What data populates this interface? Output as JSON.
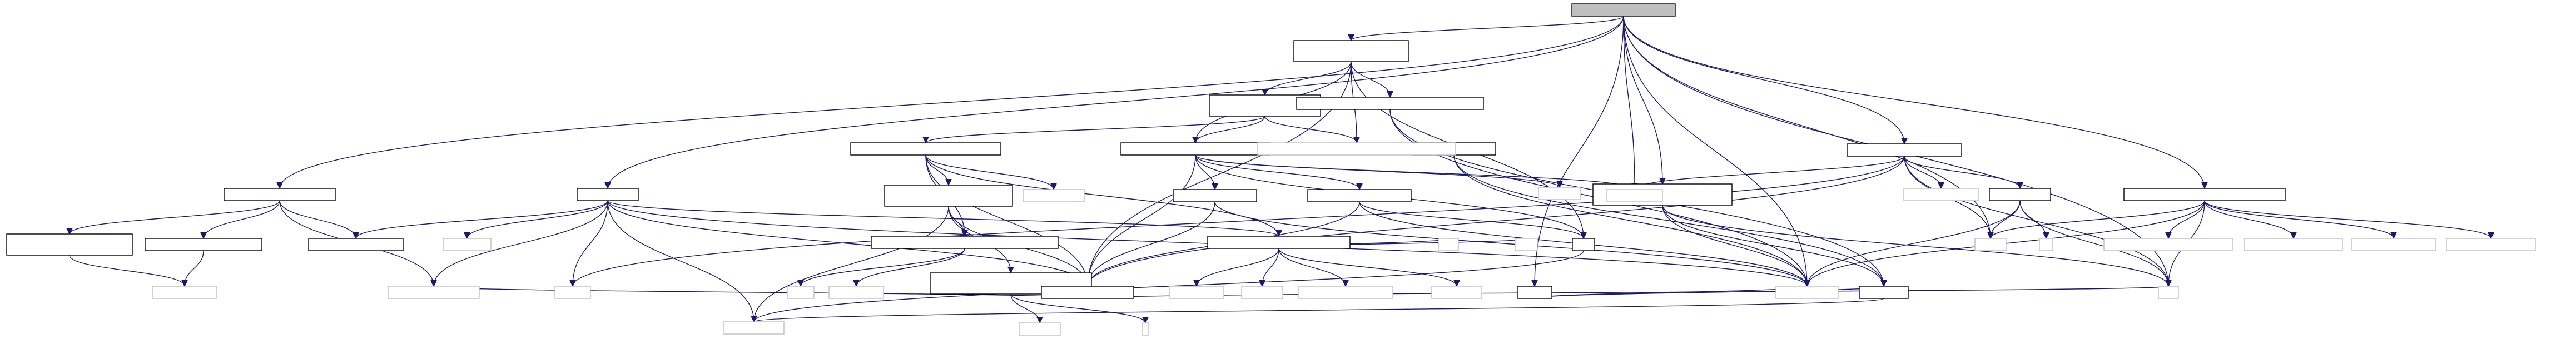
{
  "graph": {
    "note": "",
    "colors": {
      "edge": "#191970",
      "documented_border": "#000000",
      "external_border": "#bfbfbf",
      "root_fill": "#bfbfbf"
    },
    "nodes": [
      {
        "id": "n0",
        "label": "",
        "kind": "root"
      },
      {
        "id": "n1",
        "label": "",
        "kind": "doc"
      },
      {
        "id": "n2",
        "label": "",
        "kind": "doc"
      },
      {
        "id": "n3",
        "label": "",
        "kind": "doc"
      },
      {
        "id": "n4",
        "label": "",
        "kind": "doc"
      },
      {
        "id": "n5",
        "label": "",
        "kind": "doc"
      },
      {
        "id": "n6",
        "label": "",
        "kind": "doc"
      },
      {
        "id": "n7",
        "label": "",
        "kind": "doc"
      },
      {
        "id": "n8",
        "label": "",
        "kind": "doc"
      },
      {
        "id": "n9",
        "label": "",
        "kind": "doc"
      },
      {
        "id": "n10",
        "label": "",
        "kind": "doc"
      },
      {
        "id": "n11",
        "label": "",
        "kind": "doc"
      },
      {
        "id": "n12",
        "label": "",
        "kind": "doc"
      },
      {
        "id": "n13",
        "label": "",
        "kind": "doc"
      },
      {
        "id": "n14",
        "label": "",
        "kind": "doc"
      },
      {
        "id": "n15",
        "label": "",
        "kind": "doc"
      },
      {
        "id": "n16",
        "label": "",
        "kind": "doc"
      },
      {
        "id": "n17",
        "label": "",
        "kind": "doc"
      },
      {
        "id": "n18",
        "label": "",
        "kind": "doc"
      },
      {
        "id": "n19",
        "label": "",
        "kind": "doc"
      },
      {
        "id": "n20",
        "label": "",
        "kind": "doc"
      },
      {
        "id": "n21",
        "label": "",
        "kind": "doc"
      },
      {
        "id": "n22",
        "label": "",
        "kind": "doc"
      },
      {
        "id": "n23",
        "label": "",
        "kind": "doc"
      },
      {
        "id": "n24",
        "label": "",
        "kind": "doc"
      },
      {
        "id": "n25",
        "label": "",
        "kind": "doc"
      },
      {
        "id": "e1",
        "label": "",
        "kind": "ext"
      },
      {
        "id": "e2",
        "label": "",
        "kind": "ext"
      },
      {
        "id": "e3",
        "label": "",
        "kind": "ext"
      },
      {
        "id": "e4",
        "label": "",
        "kind": "ext"
      },
      {
        "id": "e5",
        "label": "",
        "kind": "ext"
      },
      {
        "id": "e6",
        "label": "",
        "kind": "ext"
      },
      {
        "id": "e7",
        "label": "",
        "kind": "ext"
      },
      {
        "id": "e8",
        "label": "",
        "kind": "ext"
      },
      {
        "id": "e9",
        "label": "",
        "kind": "ext"
      },
      {
        "id": "e10",
        "label": "",
        "kind": "ext"
      },
      {
        "id": "e11",
        "label": "",
        "kind": "ext"
      },
      {
        "id": "e12",
        "label": "",
        "kind": "ext"
      },
      {
        "id": "e13",
        "label": "",
        "kind": "ext"
      },
      {
        "id": "e14",
        "label": "",
        "kind": "ext"
      },
      {
        "id": "e15",
        "label": "",
        "kind": "ext"
      },
      {
        "id": "e16",
        "label": "",
        "kind": "ext"
      },
      {
        "id": "e17",
        "label": "",
        "kind": "ext"
      },
      {
        "id": "e18",
        "label": "",
        "kind": "ext"
      },
      {
        "id": "e19",
        "label": "",
        "kind": "ext"
      },
      {
        "id": "e20",
        "label": "",
        "kind": "ext"
      },
      {
        "id": "e21",
        "label": "",
        "kind": "ext"
      },
      {
        "id": "e22",
        "label": "",
        "kind": "ext"
      },
      {
        "id": "e23",
        "label": "",
        "kind": "ext"
      },
      {
        "id": "e24",
        "label": "",
        "kind": "ext"
      },
      {
        "id": "e25",
        "label": "",
        "kind": "ext"
      },
      {
        "id": "e26",
        "label": "",
        "kind": "ext"
      },
      {
        "id": "e27",
        "label": "",
        "kind": "ext"
      },
      {
        "id": "e28",
        "label": "",
        "kind": "ext"
      }
    ],
    "edges": [
      [
        "n0",
        "n1"
      ],
      [
        "n0",
        "n2"
      ],
      [
        "n0",
        "n3"
      ],
      [
        "n0",
        "n4"
      ],
      [
        "n0",
        "n5"
      ],
      [
        "n0",
        "n6"
      ],
      [
        "n0",
        "n7"
      ],
      [
        "n0",
        "e10"
      ],
      [
        "n0",
        "e19"
      ],
      [
        "n0",
        "e20"
      ],
      [
        "n0",
        "e24"
      ],
      [
        "n1",
        "n8"
      ],
      [
        "n1",
        "e1"
      ],
      [
        "n1",
        "n10"
      ],
      [
        "n1",
        "n11"
      ],
      [
        "n1",
        "n12"
      ],
      [
        "n1",
        "n20"
      ],
      [
        "n8",
        "n9"
      ],
      [
        "n8",
        "n10"
      ],
      [
        "n8",
        "e1"
      ],
      [
        "n9",
        "n13"
      ],
      [
        "n9",
        "n15"
      ],
      [
        "n9",
        "n16"
      ],
      [
        "n9",
        "n20"
      ],
      [
        "n9",
        "e2"
      ],
      [
        "n10",
        "n14"
      ],
      [
        "n10",
        "n17"
      ],
      [
        "n10",
        "n18"
      ],
      [
        "n10",
        "n20"
      ],
      [
        "n10",
        "e10"
      ],
      [
        "n10",
        "e3"
      ],
      [
        "n10",
        "n12"
      ],
      [
        "n13",
        "n15"
      ],
      [
        "n13",
        "n19"
      ],
      [
        "n13",
        "n20"
      ],
      [
        "n13",
        "e21"
      ],
      [
        "n14",
        "n20"
      ],
      [
        "n14",
        "e20"
      ],
      [
        "n17",
        "n20"
      ],
      [
        "n17",
        "e20"
      ],
      [
        "n17",
        "n12"
      ],
      [
        "n18",
        "n21"
      ],
      [
        "n18",
        "e20"
      ],
      [
        "n15",
        "e4"
      ],
      [
        "n15",
        "e5"
      ],
      [
        "n19",
        "e6"
      ],
      [
        "n19",
        "e7"
      ],
      [
        "n19",
        "n20"
      ],
      [
        "n16",
        "e8"
      ],
      [
        "n16",
        "e9"
      ],
      [
        "n16",
        "e11"
      ],
      [
        "n16",
        "e12"
      ],
      [
        "n16",
        "e13"
      ],
      [
        "n16",
        "e14"
      ],
      [
        "n2",
        "n22"
      ],
      [
        "n2",
        "n23"
      ],
      [
        "n2",
        "n24"
      ],
      [
        "n2",
        "e15"
      ],
      [
        "n22",
        "e16"
      ],
      [
        "n23",
        "e16"
      ],
      [
        "n3",
        "n24"
      ],
      [
        "n3",
        "n16"
      ],
      [
        "n3",
        "e15"
      ],
      [
        "n3",
        "e17"
      ],
      [
        "n3",
        "n20"
      ],
      [
        "n3",
        "e21"
      ],
      [
        "n3",
        "e20"
      ],
      [
        "n3",
        "e18"
      ],
      [
        "n4",
        "n21"
      ],
      [
        "n4",
        "e20"
      ],
      [
        "n4",
        "e24"
      ],
      [
        "n5",
        "n25"
      ],
      [
        "n5",
        "e10"
      ],
      [
        "n5",
        "e18"
      ],
      [
        "n5",
        "e19"
      ],
      [
        "n5",
        "e22"
      ],
      [
        "n5",
        "e24"
      ],
      [
        "n5",
        "n20"
      ],
      [
        "n25",
        "e19"
      ],
      [
        "n25",
        "e23"
      ],
      [
        "n25",
        "e24"
      ],
      [
        "n25",
        "e20"
      ],
      [
        "n6",
        "e19"
      ],
      [
        "n6",
        "e20"
      ],
      [
        "n6",
        "e24"
      ],
      [
        "n6",
        "e25"
      ],
      [
        "n6",
        "e26"
      ],
      [
        "n6",
        "e27"
      ],
      [
        "n6",
        "e28"
      ],
      [
        "n7",
        "n21"
      ],
      [
        "n7",
        "e20"
      ],
      [
        "n20",
        "e15"
      ],
      [
        "n20",
        "e24"
      ],
      [
        "n11",
        "n21"
      ],
      [
        "n11",
        "e20"
      ],
      [
        "n21",
        "e21"
      ],
      [
        "n12",
        "e21"
      ]
    ]
  }
}
